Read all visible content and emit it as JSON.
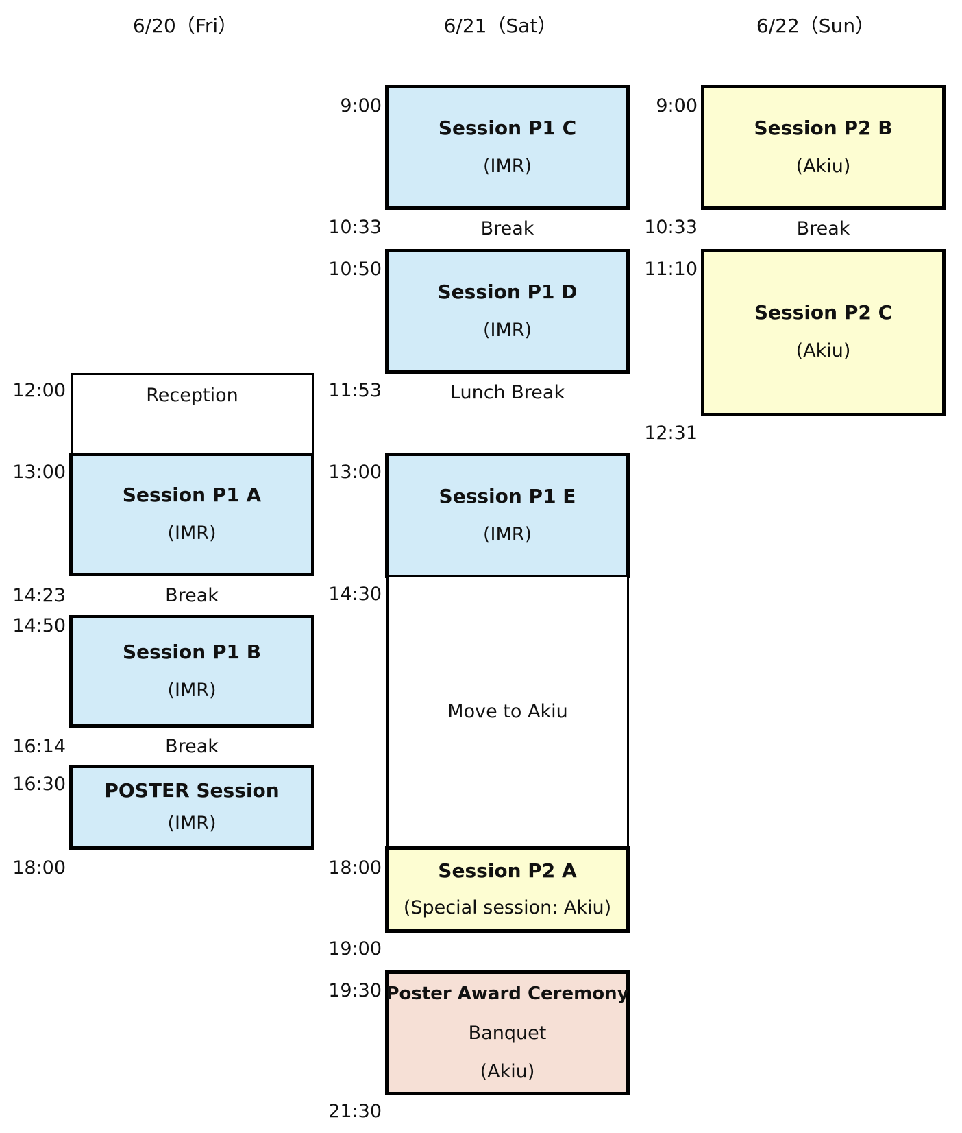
{
  "days": [
    {
      "label": "6/20（Fri）"
    },
    {
      "label": "6/21（Sat）"
    },
    {
      "label": "6/22（Sun）"
    }
  ],
  "colors": {
    "imr": "#d2ebf8",
    "akiu": "#fdfdd2",
    "banquet": "#f6e0d6",
    "plain": "#ffffff"
  },
  "fri": {
    "times": [
      "12:00",
      "13:00",
      "14:23",
      "14:50",
      "16:14",
      "16:30",
      "18:00"
    ],
    "reception": "Reception",
    "p1a": {
      "title": "Session P1 A",
      "venue": "(IMR)"
    },
    "break1": "Break",
    "p1b": {
      "title": "Session P1 B",
      "venue": "(IMR)"
    },
    "break2": "Break",
    "poster": {
      "title": "POSTER Session",
      "venue": "(IMR)"
    }
  },
  "sat": {
    "times": [
      "9:00",
      "10:33",
      "10:50",
      "11:53",
      "13:00",
      "14:30",
      "18:00",
      "19:00",
      "19:30",
      "21:30"
    ],
    "p1c": {
      "title": "Session P1 C",
      "venue": "(IMR)"
    },
    "break1": "Break",
    "p1d": {
      "title": "Session P1 D",
      "venue": "(IMR)"
    },
    "lunch": "Lunch Break",
    "p1e": {
      "title": "Session P1 E",
      "venue": "(IMR)"
    },
    "move": "Move to Akiu",
    "p2a": {
      "title": "Session P2 A",
      "venue": "(Special session: Akiu)"
    },
    "banquet": {
      "title": "Poster Award Ceremony",
      "line2": "Banquet",
      "venue": "(Akiu)"
    }
  },
  "sun": {
    "times": [
      "9:00",
      "10:33",
      "11:10",
      "12:31"
    ],
    "p2b": {
      "title": "Session P2 B",
      "venue": "(Akiu)"
    },
    "break1": "Break",
    "p2c": {
      "title": "Session P2 C",
      "venue": "(Akiu)"
    }
  }
}
